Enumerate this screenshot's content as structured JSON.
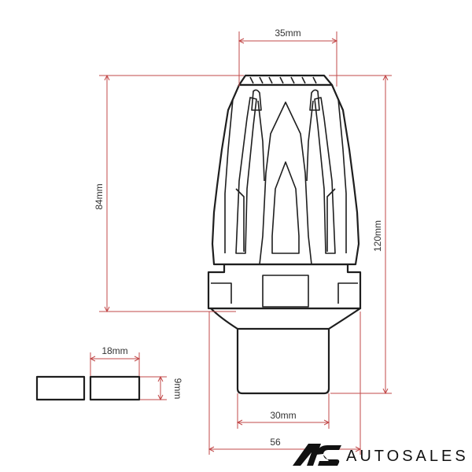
{
  "dimensions": {
    "top_width": "35mm",
    "body_height": "84mm",
    "total_height": "120mm",
    "base_width": "30mm",
    "bottom_width": "56",
    "insert_width": "18mm",
    "insert_height": "9mm"
  },
  "brand": {
    "mark": "AS",
    "name": "AUTOSALES"
  },
  "colors": {
    "dimension": "#c24a4a",
    "outline": "#1e1e1e"
  }
}
